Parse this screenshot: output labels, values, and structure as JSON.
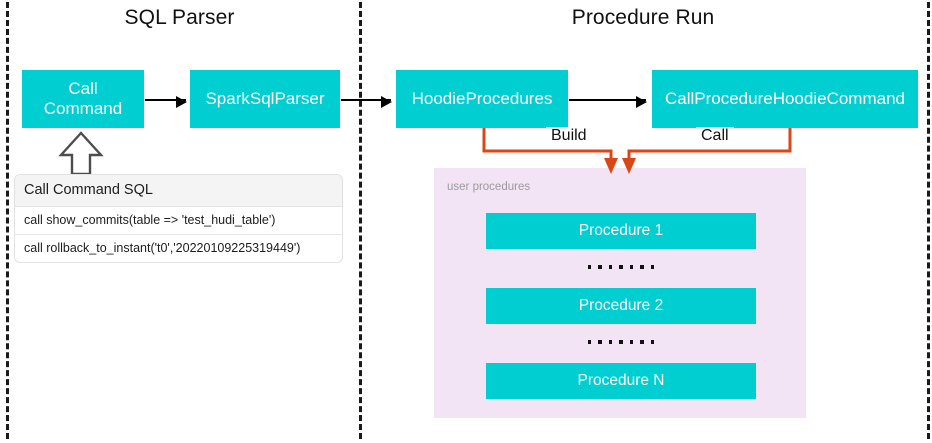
{
  "sections": {
    "left": {
      "title": "SQL Parser"
    },
    "right": {
      "title": "Procedure Run"
    }
  },
  "nodes": {
    "call_command": "Call\nCommand",
    "call_command_line1": "Call",
    "call_command_line2": "Command",
    "spark_sql_parser": "SparkSqlParser",
    "hoodie_procedures": "HoodieProcedures",
    "call_procedure_hoodie_command": "CallProcedureHoodieCommand"
  },
  "connectors": {
    "build_label": "Build",
    "call_label": "Call"
  },
  "sql_card": {
    "header": "Call Command SQL",
    "rows": [
      "call show_commits(table => 'test_hudi_table')",
      "call rollback_to_instant('t0','20220109225319449')"
    ]
  },
  "procedures_panel": {
    "label": "user procedures",
    "items": [
      "Procedure 1",
      "Procedure 2",
      "Procedure N"
    ],
    "ellipsis_dot_count": 7
  },
  "colors": {
    "teal": "#00CED1",
    "orange": "#D94716",
    "panel_lavender": "#F2E3F5",
    "divider_black": "#1A1A1A",
    "text_dark": "#111111",
    "muted_grey": "#9B9B9B"
  }
}
